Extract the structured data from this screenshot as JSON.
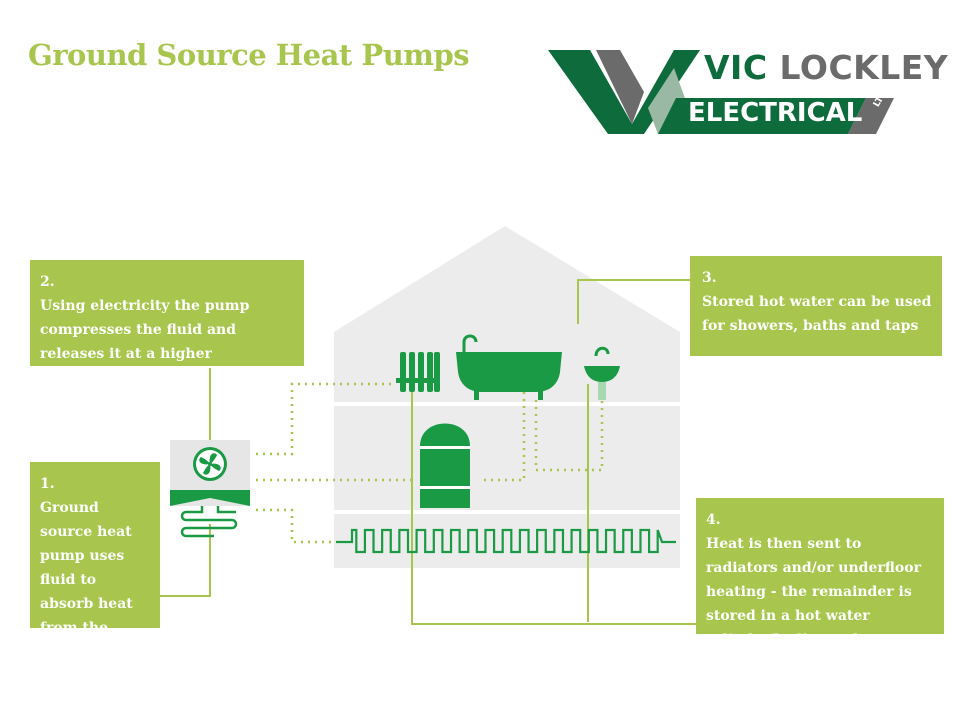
{
  "title": "Ground Source Heat Pumps",
  "logo": {
    "line1_a": "VIC",
    "line1_b": "LOCKLEY",
    "line2": "ELECTRICAL",
    "ltd": "LTD"
  },
  "steps": [
    {
      "number": "1.",
      "text": "Ground source heat pump uses fluid to absorb heat from the ground"
    },
    {
      "number": "2.",
      "text": "Using electricity the pump compresses the fluid and releases it at a higher temperature"
    },
    {
      "number": "3.",
      "text": "Stored hot water can be used for showers, baths and taps"
    },
    {
      "number": "4.",
      "text": "Heat is then sent to radiators and/or underfloor heating - the remainder is stored in a hot water cylinder/buffer tank"
    }
  ],
  "colors": {
    "title": "#a8c64e",
    "box": "#a8c64e",
    "house": "#e8e8e8",
    "house_dark": "#e0e0e0",
    "green": "#1a9a44",
    "dotted": "#a8c64e",
    "logo_dark": "#0e6b3c",
    "logo_gray": "#6b6b6b",
    "logo_light": "#9ab9a4"
  },
  "icons": [
    "fan-icon",
    "radiator-icon",
    "bathtub-icon",
    "sink-tap-icon",
    "hot-water-cylinder-icon",
    "underfloor-heating-coil-icon",
    "ground-loop-coil-icon"
  ]
}
